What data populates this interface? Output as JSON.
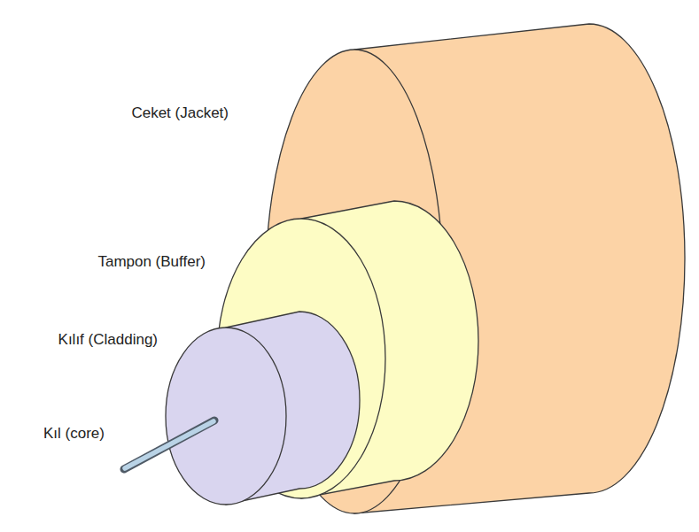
{
  "diagram": {
    "labels": [
      "Ceket (Jacket)",
      "Tampon (Buffer)",
      "Kılıf (Cladding)",
      "Kıl (core)"
    ]
  }
}
